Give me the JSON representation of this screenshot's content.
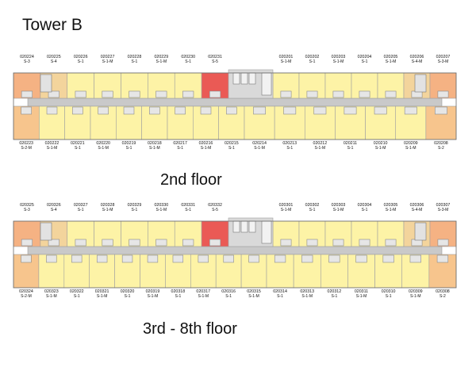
{
  "title": "Tower B",
  "colors": {
    "typeS": "#fdf3a6",
    "typeS1M": "#fdf3a6",
    "typeS2": "#f7c58d",
    "typeS3": "#f5b283",
    "typeS4": "#f3d49c",
    "typeS5": "#ea5a55",
    "corridor": "#c9c9c9",
    "core": "#d9d9d9",
    "wall": "#a0a0a0"
  },
  "floors": [
    {
      "label": "2nd floor",
      "top_units": [
        {
          "no": "020224",
          "type": "S-3"
        },
        {
          "no": "020225",
          "type": "S-4"
        },
        {
          "no": "020226",
          "type": "S-1"
        },
        {
          "no": "020227",
          "type": "S-1-M"
        },
        {
          "no": "020228",
          "type": "S-1"
        },
        {
          "no": "020229",
          "type": "S-1-M"
        },
        {
          "no": "020230",
          "type": "S-1"
        },
        {
          "no": "020231",
          "type": "S-5"
        },
        {
          "no": "020201",
          "type": "S-1-M"
        },
        {
          "no": "020202",
          "type": "S-1"
        },
        {
          "no": "020203",
          "type": "S-1-M"
        },
        {
          "no": "020204",
          "type": "S-1"
        },
        {
          "no": "020205",
          "type": "S-1-M"
        },
        {
          "no": "020206",
          "type": "S-4-M"
        },
        {
          "no": "020207",
          "type": "S-3-M"
        }
      ],
      "bottom_units": [
        {
          "no": "020223",
          "type": "S-2-M"
        },
        {
          "no": "020222",
          "type": "S-1-M"
        },
        {
          "no": "020221",
          "type": "S-1"
        },
        {
          "no": "020220",
          "type": "S-1-M"
        },
        {
          "no": "020219",
          "type": "S-1"
        },
        {
          "no": "020218",
          "type": "S-1-M"
        },
        {
          "no": "020217",
          "type": "S-1"
        },
        {
          "no": "020216",
          "type": "S-1-M"
        },
        {
          "no": "020215",
          "type": "S-1"
        },
        {
          "no": "020214",
          "type": "S-1-M"
        },
        {
          "no": "020213",
          "type": "S-1"
        },
        {
          "no": "020212",
          "type": "S-1-M"
        },
        {
          "no": "020211",
          "type": "S-1"
        },
        {
          "no": "020210",
          "type": "S-1-M"
        },
        {
          "no": "020209",
          "type": "S-1-M"
        },
        {
          "no": "020208",
          "type": "S-2"
        }
      ]
    },
    {
      "label": "3rd - 8th floor",
      "top_units": [
        {
          "no": "020325",
          "type": "S-3"
        },
        {
          "no": "020326",
          "type": "S-4"
        },
        {
          "no": "020327",
          "type": "S-1"
        },
        {
          "no": "020328",
          "type": "S-1-M"
        },
        {
          "no": "020329",
          "type": "S-1"
        },
        {
          "no": "020330",
          "type": "S-1-M"
        },
        {
          "no": "020331",
          "type": "S-1"
        },
        {
          "no": "020332",
          "type": "S-5"
        },
        {
          "no": "020301",
          "type": "S-1-M"
        },
        {
          "no": "020302",
          "type": "S-1"
        },
        {
          "no": "020303",
          "type": "S-1-M"
        },
        {
          "no": "020304",
          "type": "S-1"
        },
        {
          "no": "020305",
          "type": "S-1-M"
        },
        {
          "no": "020306",
          "type": "S-4-M"
        },
        {
          "no": "020307",
          "type": "S-3-M"
        }
      ],
      "bottom_units": [
        {
          "no": "020324",
          "type": "S-2-M"
        },
        {
          "no": "020323",
          "type": "S-1-M"
        },
        {
          "no": "020322",
          "type": "S-1"
        },
        {
          "no": "020321",
          "type": "S-1-M"
        },
        {
          "no": "020320",
          "type": "S-1"
        },
        {
          "no": "020319",
          "type": "S-1-M"
        },
        {
          "no": "020318",
          "type": "S-1"
        },
        {
          "no": "020317",
          "type": "S-1-M"
        },
        {
          "no": "020316",
          "type": "S-1"
        },
        {
          "no": "020315",
          "type": "S-1-M"
        },
        {
          "no": "020314",
          "type": "S-1"
        },
        {
          "no": "020313",
          "type": "S-1-M"
        },
        {
          "no": "020312",
          "type": "S-1"
        },
        {
          "no": "020311",
          "type": "S-1-M"
        },
        {
          "no": "020310",
          "type": "S-1"
        },
        {
          "no": "020309",
          "type": "S-1-M"
        },
        {
          "no": "020308",
          "type": "S-2"
        }
      ]
    }
  ]
}
